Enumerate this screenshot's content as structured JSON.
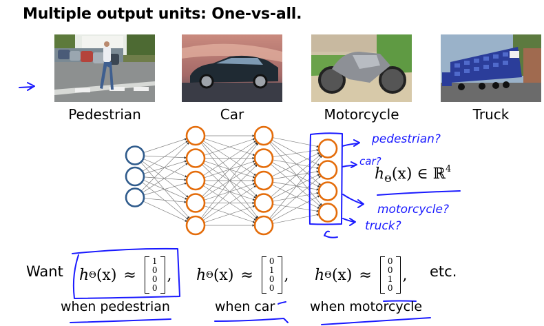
{
  "title": "Multiple output units: One-vs-all.",
  "classes": [
    {
      "label": "Pedestrian",
      "image": "pedestrian-photo"
    },
    {
      "label": "Car",
      "image": "car-photo"
    },
    {
      "label": "Motorcycle",
      "image": "motorcycle-photo"
    },
    {
      "label": "Truck",
      "image": "truck-photo"
    }
  ],
  "network": {
    "layers": [
      {
        "name": "input",
        "units": 3,
        "color": "#2f5b8c"
      },
      {
        "name": "hidden-1",
        "units": 5,
        "color": "#e46c0a"
      },
      {
        "name": "hidden-2",
        "units": 5,
        "color": "#e46c0a"
      },
      {
        "name": "output",
        "units": 4,
        "color": "#e46c0a"
      }
    ],
    "edge_color": "#7f7f7f"
  },
  "annotations": {
    "output_labels": [
      "pedestrian?",
      "car?",
      "motorcycle?",
      "truck?"
    ],
    "ink_color": "#1a1aff"
  },
  "output_space": {
    "h": "h",
    "sub": "Θ",
    "arg": "(x)",
    "in": "∈",
    "set": "ℝ",
    "power": "4"
  },
  "want": {
    "label": "Want",
    "etc": "etc.",
    "equations": [
      {
        "h": "h",
        "sub": "Θ",
        "arg": "(x)",
        "approx": "≈",
        "vector": [
          "1",
          "0",
          "0",
          "0"
        ],
        "when": "when pedestrian"
      },
      {
        "h": "h",
        "sub": "Θ",
        "arg": "(x)",
        "approx": "≈",
        "vector": [
          "0",
          "1",
          "0",
          "0"
        ],
        "when": "when car"
      },
      {
        "h": "h",
        "sub": "Θ",
        "arg": "(x)",
        "approx": "≈",
        "vector": [
          "0",
          "0",
          "1",
          "0"
        ],
        "when": "when motorcycle"
      }
    ]
  }
}
